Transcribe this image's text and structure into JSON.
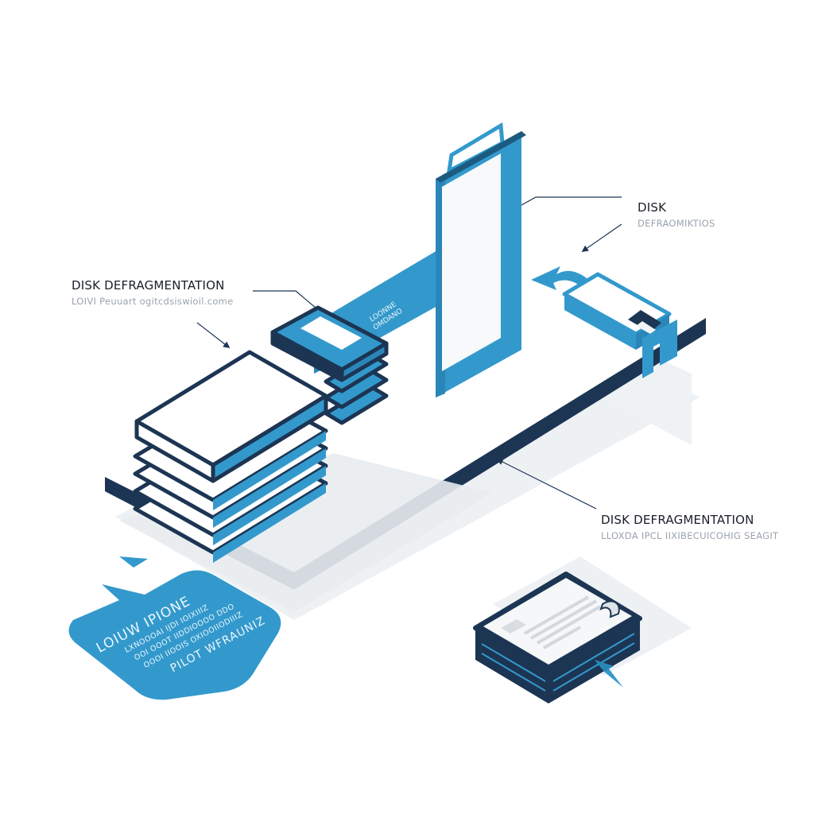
{
  "palette": {
    "blue": "#3399cc",
    "blue_dark": "#2a86b8",
    "navy": "#1c3553",
    "shadow": "#e6eaee",
    "white": "#ffffff",
    "text_dark": "#1a1f29",
    "text_muted": "#9aa3ad"
  },
  "callouts": [
    {
      "id": "top-left",
      "title": "DISK DEFRAGMENTATION",
      "subtitle": "LOIVI Peuuart ogitcdsiswioil.come"
    },
    {
      "id": "top-right",
      "title": "DISK",
      "subtitle": "DEFRAOMIKTIOS"
    },
    {
      "id": "bottom-right",
      "title": "DISK DEFRAGMENTATION",
      "subtitle": "LLOXDA IPCL IIXIBECUICOHIG SEAGIT"
    }
  ],
  "ribbon": {
    "line1": "LOONNE",
    "line2": "OMDANO"
  },
  "speech_bubble": {
    "title": "LOIUW IPIONE",
    "lines": [
      "LXNOOOAI IJDI IOIXIIIZ",
      "OOI OOOT IIDDIOOOO DDO",
      "OOOI IIOOIS OXIOOIIODIIIZ"
    ],
    "footer": "PILOT WFRAUNIZ"
  }
}
